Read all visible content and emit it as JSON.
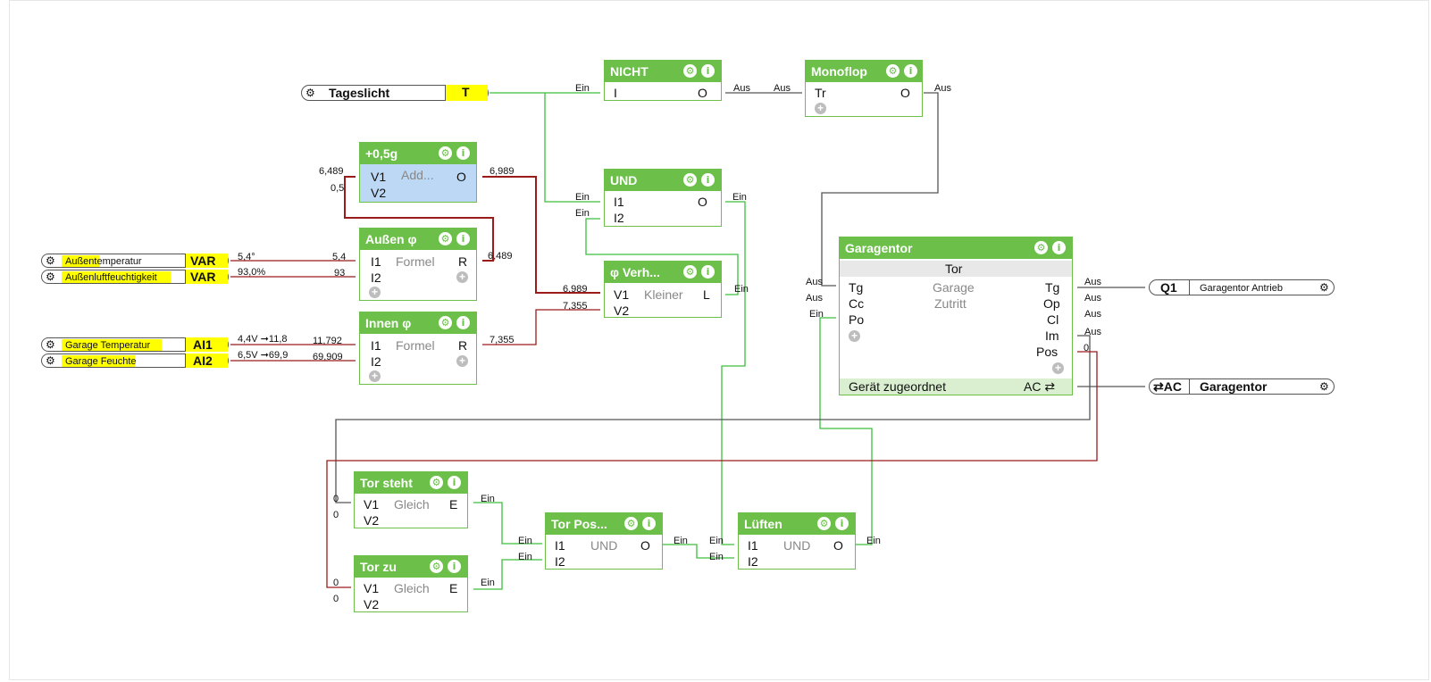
{
  "inputs": {
    "tageslicht": {
      "label": "Tageslicht",
      "tag": "T"
    },
    "aussentemp": {
      "label": "Außentemperatur",
      "tag": "VAR",
      "value": "5,4°"
    },
    "aussenfeucht": {
      "label": "Außenluftfeuchtigkeit",
      "tag": "VAR",
      "value": "93,0%"
    },
    "garagetemp": {
      "label": "Garage Temperatur",
      "tag": "AI1",
      "value": "4,4V ➞11,8"
    },
    "garagefeucht": {
      "label": "Garage Feuchte",
      "tag": "AI2",
      "value": "6,5V ➞69,9"
    }
  },
  "outputs": {
    "q1": {
      "tag": "Q1",
      "label": "Garagentor Antrieb"
    },
    "ac": {
      "tag": "⇄AC",
      "label": "Garagentor"
    }
  },
  "blocks": {
    "nicht": {
      "title": "NICHT",
      "in1": "I",
      "out": "O"
    },
    "monoflop": {
      "title": "Monoflop",
      "in1": "Tr",
      "out": "O"
    },
    "add": {
      "title": "+0,5g",
      "in1": "V1",
      "in2": "V2",
      "type": "Add...",
      "out": "O"
    },
    "und": {
      "title": "UND",
      "in1": "I1",
      "in2": "I2",
      "out": "O"
    },
    "aussen": {
      "title": "Außen φ",
      "in1": "I1",
      "in2": "I2",
      "type": "Formel",
      "out": "R"
    },
    "verh": {
      "title": "φ Verh...",
      "in1": "V1",
      "in2": "V2",
      "type": "Kleiner",
      "out": "L"
    },
    "innen": {
      "title": "Innen φ",
      "in1": "I1",
      "in2": "I2",
      "type": "Formel",
      "out": "R"
    },
    "garagentor": {
      "title": "Garagentor",
      "subtitle": "Tor",
      "type1": "Garage",
      "type2": "Zutritt",
      "in1": "Tg",
      "in2": "Cc",
      "in3": "Po",
      "out1": "Tg",
      "out2": "Op",
      "out3": "Cl",
      "out4": "Im",
      "out5": "Pos",
      "footer": "Gerät zugeordnet",
      "footer_right": "AC ⇄"
    },
    "torsteht": {
      "title": "Tor steht",
      "in1": "V1",
      "in2": "V2",
      "type": "Gleich",
      "out": "E"
    },
    "torzu": {
      "title": "Tor zu",
      "in1": "V1",
      "in2": "V2",
      "type": "Gleich",
      "out": "E"
    },
    "torpos": {
      "title": "Tor Pos...",
      "in1": "I1",
      "in2": "I2",
      "type": "UND",
      "out": "O"
    },
    "lueften": {
      "title": "Lüften",
      "in1": "I1",
      "in2": "I2",
      "type": "UND",
      "out": "O"
    }
  },
  "wire_labels": {
    "ein": "Ein",
    "aus": "Aus",
    "v6489": "6,489",
    "v05": "0,5",
    "v6989": "6,989",
    "v54": "5,4",
    "v93": "93",
    "v11792": "11,792",
    "v69909": "69,909",
    "v7355": "7,355",
    "v0": "0"
  },
  "colors": {
    "block_green": "#6cc04a",
    "wire_green": "#3cbf3c",
    "wire_red": "#9b1b1b",
    "selected_block": "#bcd8f5",
    "input_yellow": "#ffff00"
  }
}
